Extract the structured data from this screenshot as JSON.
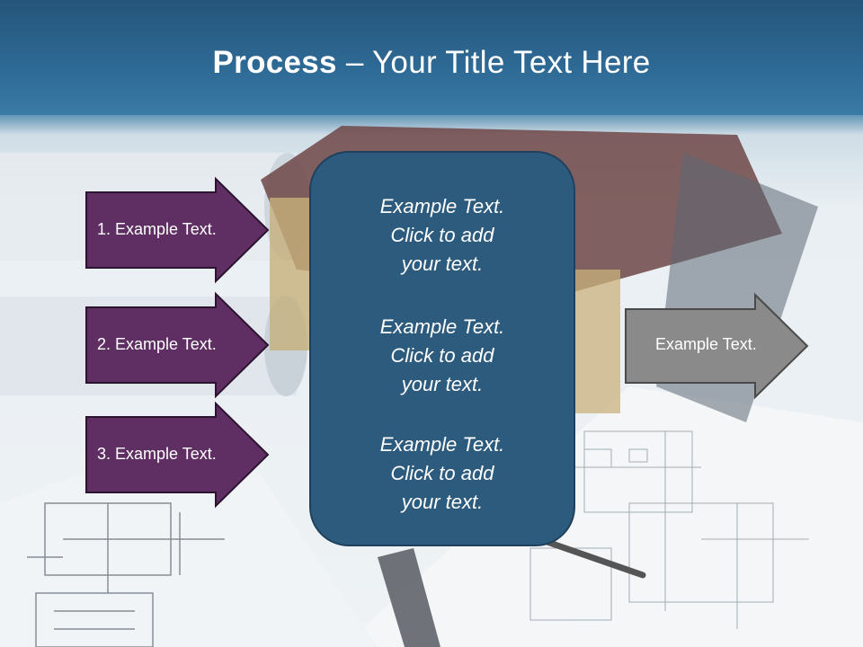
{
  "slide": {
    "title_bold": "Process",
    "title_rest": " – Your Title Text Here"
  },
  "left_arrows": [
    {
      "label": "1. Example Text."
    },
    {
      "label": "2. Example Text."
    },
    {
      "label": "3. Example Text."
    }
  ],
  "center_box": {
    "blocks": [
      {
        "line1": "Example Text.",
        "line2": "Click  to add",
        "line3": "your text."
      },
      {
        "line1": "Example Text.",
        "line2": "Click  to add",
        "line3": "your text."
      },
      {
        "line1": "Example Text.",
        "line2": "Click  to add",
        "line3": "your text."
      }
    ]
  },
  "right_arrow": {
    "label": "Example Text."
  },
  "colors": {
    "header": "#2e6a96",
    "left_arrow_fill": "#5f2f64",
    "center_box_fill": "#2d5b7e",
    "right_arrow_fill": "#8a8a8a"
  },
  "icons": [
    "blueprint-illustration"
  ]
}
